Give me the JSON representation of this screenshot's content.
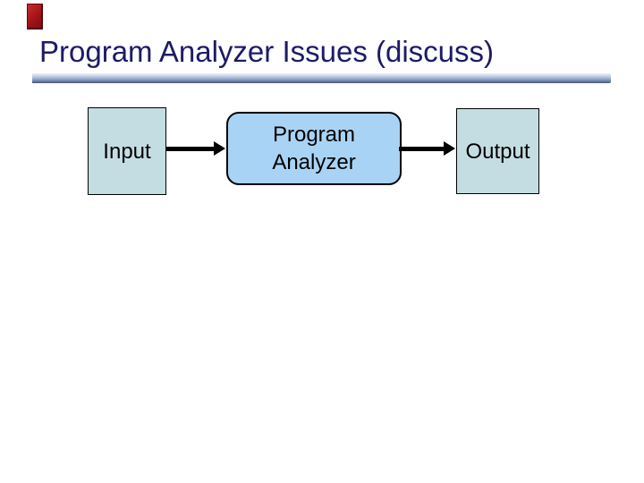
{
  "slide": {
    "title": "Program Analyzer Issues (discuss)",
    "title_color": "#1e1a68",
    "background_color": "#ffffff",
    "accent": {
      "name": "red-accent-rectangle",
      "color": "#a31318"
    },
    "divider": {
      "style": "horizontal gradient rule under title",
      "color_top": "#edf1f8",
      "color_bottom": "#47577f"
    }
  },
  "diagram": {
    "type": "flow",
    "nodes": [
      {
        "id": "input",
        "label": "Input",
        "shape": "rectangle",
        "fill": "#c4dde2",
        "border": "#000000"
      },
      {
        "id": "analyzer",
        "label": "Program\nAnalyzer",
        "shape": "rounded-rectangle",
        "fill": "#a8d3f4",
        "border": "#000000"
      },
      {
        "id": "output",
        "label": "Output",
        "shape": "rectangle",
        "fill": "#c4dde2",
        "border": "#000000"
      }
    ],
    "connectors": [
      {
        "from": "input",
        "to": "analyzer",
        "style": "thick black arrow, left-to-right"
      },
      {
        "from": "analyzer",
        "to": "output",
        "style": "thick black arrow, left-to-right"
      }
    ]
  }
}
